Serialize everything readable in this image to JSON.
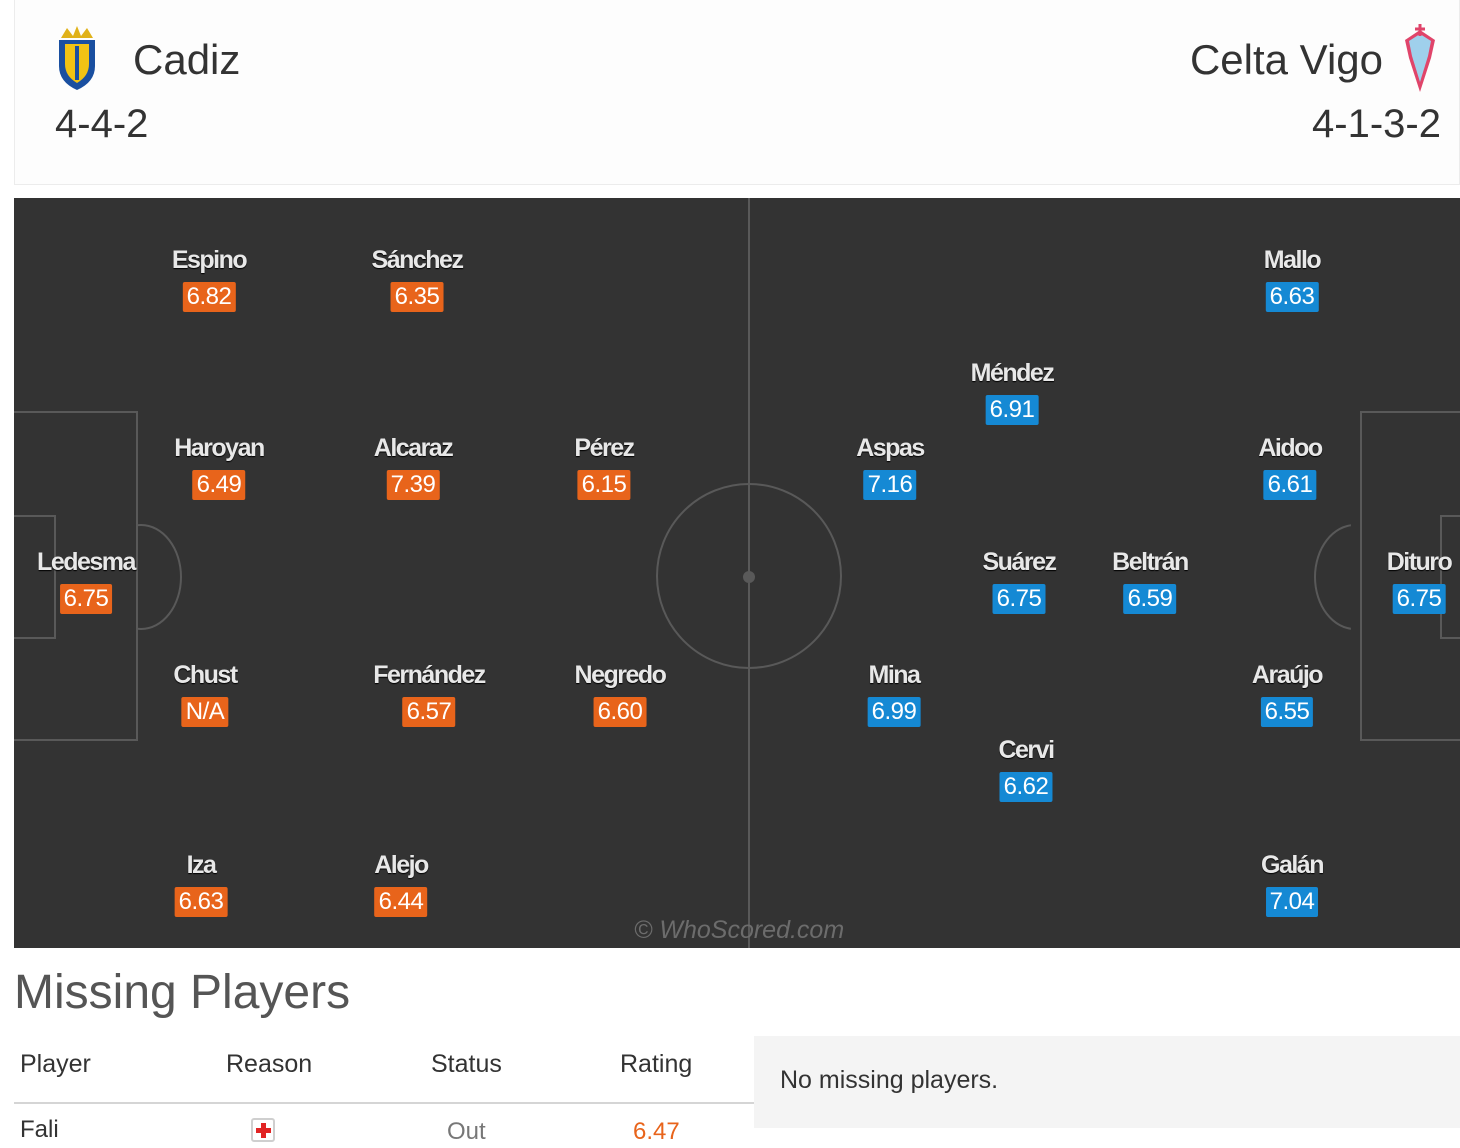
{
  "home": {
    "name": "Cadiz",
    "formation": "4-4-2",
    "crest_icon": "cadiz-crest-icon",
    "rating_color": "#e8641b",
    "players": [
      {
        "name": "Espino",
        "rating": "6.82"
      },
      {
        "name": "Sánchez",
        "rating": "6.35"
      },
      {
        "name": "Haroyan",
        "rating": "6.49"
      },
      {
        "name": "Alcaraz",
        "rating": "7.39"
      },
      {
        "name": "Pérez",
        "rating": "6.15"
      },
      {
        "name": "Ledesma",
        "rating": "6.75"
      },
      {
        "name": "Chust",
        "rating": "N/A"
      },
      {
        "name": "Fernández",
        "rating": "6.57"
      },
      {
        "name": "Negredo",
        "rating": "6.60"
      },
      {
        "name": "Iza",
        "rating": "6.63"
      },
      {
        "name": "Alejo",
        "rating": "6.44"
      }
    ]
  },
  "away": {
    "name": "Celta Vigo",
    "formation": "4-1-3-2",
    "crest_icon": "celta-crest-icon",
    "rating_color": "#1589d4",
    "players": [
      {
        "name": "Mallo",
        "rating": "6.63"
      },
      {
        "name": "Méndez",
        "rating": "6.91"
      },
      {
        "name": "Aspas",
        "rating": "7.16"
      },
      {
        "name": "Aidoo",
        "rating": "6.61"
      },
      {
        "name": "Suárez",
        "rating": "6.75"
      },
      {
        "name": "Beltrán",
        "rating": "6.59"
      },
      {
        "name": "Dituro",
        "rating": "6.75"
      },
      {
        "name": "Mina",
        "rating": "6.99"
      },
      {
        "name": "Araújo",
        "rating": "6.55"
      },
      {
        "name": "Cervi",
        "rating": "6.62"
      },
      {
        "name": "Galán",
        "rating": "7.04"
      }
    ]
  },
  "pitch": {
    "watermark": "© WhoScored.com"
  },
  "missing": {
    "title": "Missing Players",
    "columns": [
      "Player",
      "Reason",
      "Status",
      "Rating"
    ],
    "rows": [
      {
        "player": "Fali",
        "reason_icon": "injury-cross-icon",
        "status": "Out",
        "rating": "6.47"
      }
    ],
    "away_message": "No missing players."
  }
}
